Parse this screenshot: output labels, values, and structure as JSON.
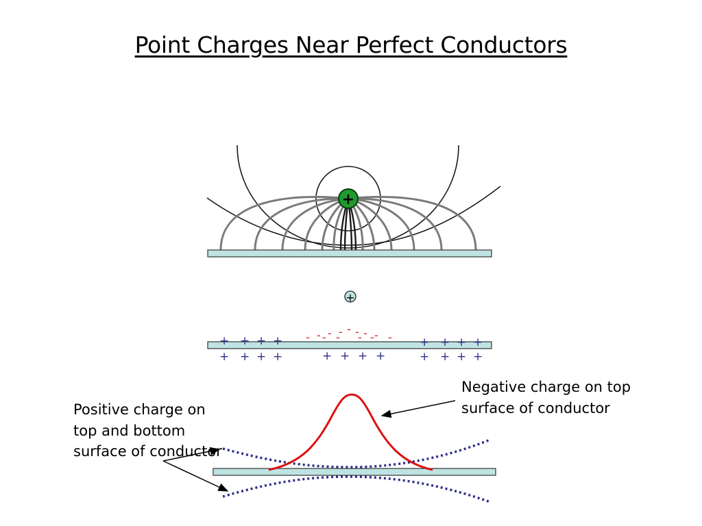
{
  "title": "Point Charges Near Perfect Conductors",
  "annotations": {
    "negative": "Negative charge on top surface of conductor",
    "positive": "Positive charge on top and bottom surface of conductor"
  },
  "symbols": {
    "positive": "+",
    "negative": "-"
  },
  "colors": {
    "conductor_fill": "#bfe3e3",
    "field_line": "#7a7a7a",
    "equipotential": "#1a1a1a",
    "charge_green": "#1f9a2f",
    "negative_charge": "#d11b1b",
    "positive_charge": "#2e2e8a",
    "red_curve": "#dd1111",
    "blue_dotted": "#2e2e8a"
  }
}
